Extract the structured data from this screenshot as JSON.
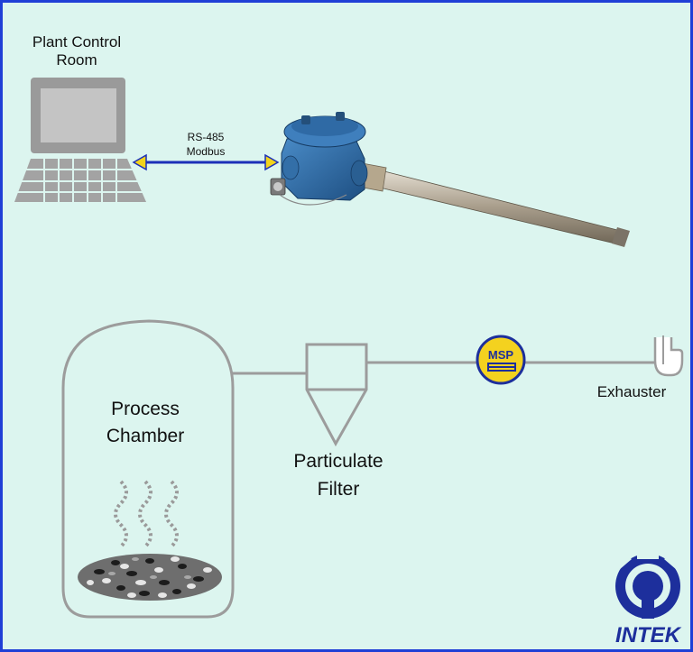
{
  "control_room": {
    "line1": "Plant Control",
    "line2": "Room"
  },
  "link": {
    "protocol": "RS-485",
    "bus": "Modbus"
  },
  "chamber": {
    "line1": "Process",
    "line2": "Chamber"
  },
  "filter": {
    "line1": "Particulate",
    "line2": "Filter"
  },
  "sensor": {
    "badge": "MSP"
  },
  "exhauster": {
    "label": "Exhauster"
  },
  "logo": {
    "text": "INTEK"
  },
  "colors": {
    "background": "#dcf5ef",
    "border": "#1f3fd6",
    "arrow": "#1b2fb8",
    "arrow_head": "#f2d31b",
    "sensor_blue": "#2b6fae",
    "badge_yellow": "#f4d21f",
    "logo_blue": "#1d2f9c",
    "line_gray": "#9c9c9c"
  }
}
